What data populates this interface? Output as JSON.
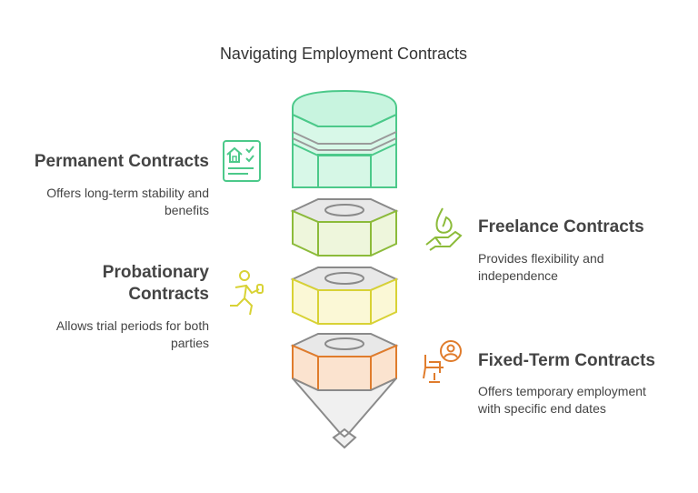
{
  "title": "Navigating Employment Contracts",
  "colors": {
    "permanent": "#4cc98a",
    "freelance": "#8cbb3a",
    "probationary": "#d8d235",
    "fixed_term": "#e07c2c",
    "neutral": "#8a8a8a"
  },
  "items": [
    {
      "heading": "Permanent Contracts",
      "desc_lines": [
        "Offers long-term stability and",
        "benefits"
      ],
      "icon": "house-checklist-icon"
    },
    {
      "heading": "Freelance Contracts",
      "desc_lines": [
        "Provides flexibility and",
        "independence"
      ],
      "icon": "hand-feather-icon"
    },
    {
      "heading_lines": [
        "Probationary",
        "Contracts"
      ],
      "desc_lines": [
        "Allows trial periods for both",
        "parties"
      ],
      "icon": "running-person-icon"
    },
    {
      "heading": "Fixed-Term Contracts",
      "desc_lines": [
        "Offers temporary employment",
        "with specific end dates"
      ],
      "icon": "person-desk-icon"
    }
  ]
}
